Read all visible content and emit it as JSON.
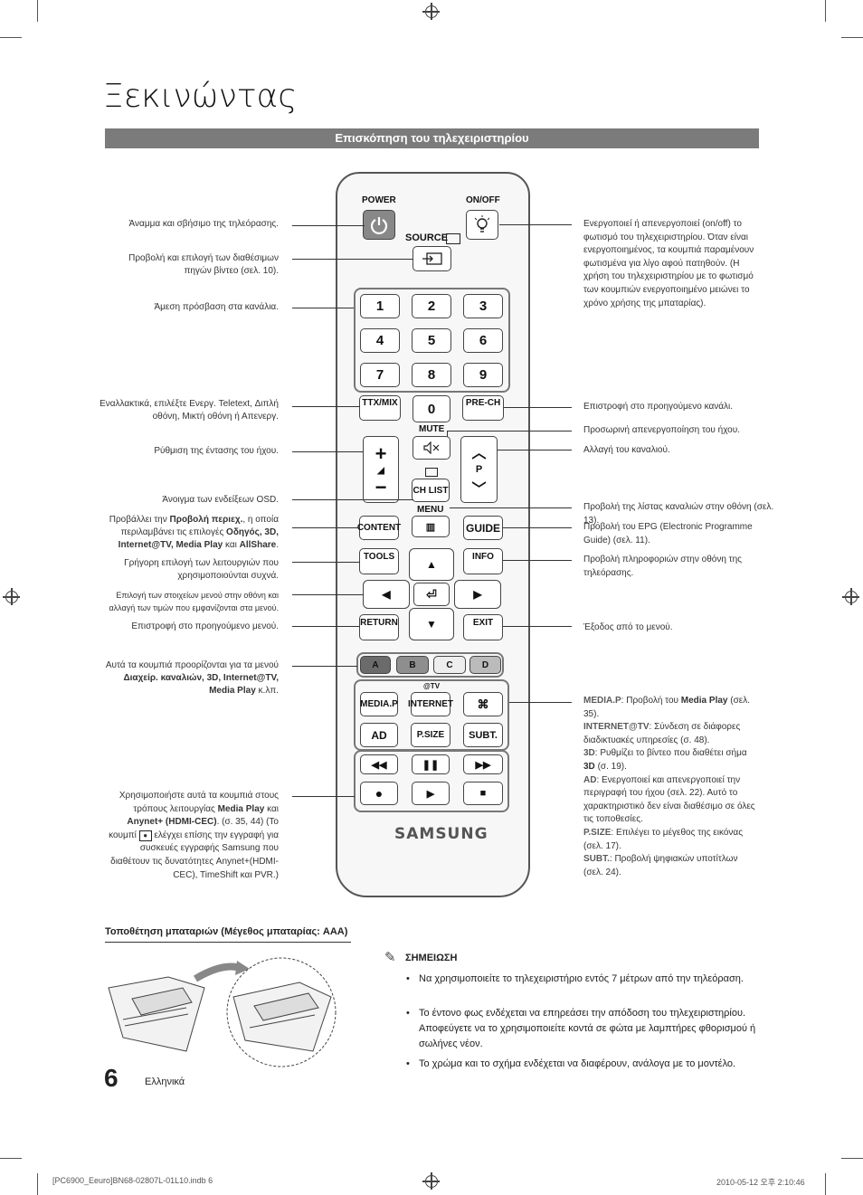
{
  "page": {
    "title": "Ξεκινώντας",
    "section_title": "Επισκόπηση του τηλεχειριστηρίου",
    "page_number": "6",
    "language": "Ελληνικά",
    "footer_file": "[PC6900_Eeuro]BN68-02807L-01L10.indb   6",
    "footer_date": "2010-05-12   오후 2:10:46"
  },
  "remote": {
    "power": "POWER",
    "onoff": "ON/OFF",
    "source": "SOURCE",
    "digits": [
      "1",
      "2",
      "3",
      "4",
      "5",
      "6",
      "7",
      "8",
      "9"
    ],
    "zero": "0",
    "ttx": "TTX/MIX",
    "prech": "PRE-CH",
    "mute": "MUTE",
    "p": "P",
    "chlist": "CH LIST",
    "menu": "MENU",
    "content": "CONTENT",
    "guide": "GUIDE",
    "tools": "TOOLS",
    "info": "INFO",
    "return": "RETURN",
    "exit": "EXIT",
    "colors": [
      "A",
      "B",
      "C",
      "D"
    ],
    "atv": "@TV",
    "mediap": "MEDIA.P",
    "internet": "INTERNET",
    "ad": "AD",
    "psize": "P.SIZE",
    "subt": "SUBT.",
    "brand": "SAMSUNG"
  },
  "left_labels": {
    "power": "Άναμμα και σβήσιμο της τηλεόρασης.",
    "source": "Προβολή και επιλογή των διαθέσιμων πηγών βίντεο (σελ. 10).",
    "digits": "Άμεση πρόσβαση στα κανάλια.",
    "ttx": "Εναλλακτικά, επιλέξτε Ενεργ. Teletext, Διπλή οθόνη, Μικτή οθόνη ή Απενεργ.",
    "volume": "Ρύθμιση της έντασης του ήχου.",
    "menu": "Άνοιγμα των ενδείξεων OSD.",
    "content_1": "Προβάλλει την ",
    "content_2": "Προβολή περιεχ.",
    "content_3": ", η οποία περιλαμβάνει τις επιλογές ",
    "content_4": "Οδηγός, 3D, Internet@TV, Media Play",
    "content_5": " και ",
    "content_6": "AllShare",
    "content_7": ".",
    "tools": "Γρήγορη επιλογή των λειτουργιών που χρησιμοποιούνται συχνά.",
    "nav": "Επιλογή των στοιχείων μενού στην οθόνη και αλλαγή των τιμών που εμφανίζονται στα μενού.",
    "return": "Επιστροφή στο προηγούμενο μενού.",
    "colors_1": "Αυτά τα κουμπιά προορίζονται για τα μενού ",
    "colors_2": "Διαχείρ. καναλιών, 3D, Internet@TV, Media Play",
    "colors_3": " κ.λπ.",
    "playback_1": "Χρησιμοποιήστε αυτά τα κουμπιά στους τρόπους λειτουργίας ",
    "playback_2": "Media Play",
    "playback_3": " και ",
    "playback_4": "Anynet+ (HDMI-CEC)",
    "playback_5": ". (σ. 35, 44) (Το κουμπί ",
    "playback_6": " ελέγχει επίσης την εγγραφή για συσκευές εγγραφής Samsung που διαθέτουν τις δυνατότητες Anynet+(HDMI-CEC), TimeShift και PVR.)"
  },
  "right_labels": {
    "onoff": "Ενεργοποιεί ή απενεργοποιεί (on/off) το φωτισμό του τηλεχειριστηρίου. Όταν είναι ενεργοποιημένος, τα κουμπιά παραμένουν φωτισμένα για λίγο αφού πατηθούν. (Η χρήση του τηλεχειριστηρίου με το φωτισμό των κουμπιών ενεργοποιημένο μειώνει το χρόνο χρήσης της μπαταρίας).",
    "prech": "Επιστροφή στο προηγούμενο κανάλι.",
    "mute": "Προσωρινή απενεργοποίηση του ήχου.",
    "channel": "Αλλαγή του καναλιού.",
    "chlist": "Προβολή της λίστας καναλιών στην οθόνη (σελ. 13).",
    "guide": "Προβολή του EPG (Electronic Programme Guide) (σελ. 11).",
    "info": "Προβολή πληροφοριών στην οθόνη της τηλεόρασης.",
    "exit": "Έξοδος από το μενού.",
    "mediap_k": "MEDIA.P",
    "mediap_1": ": Προβολή του ",
    "mediap_2": "Media Play",
    "mediap_3": " (σελ. 35).",
    "internet_k": "INTERNET@TV",
    "internet_v": ": Σύνδεση σε διάφορες διαδικτυακές υπηρεσίες (σ. 48).",
    "3d_k": "3D",
    "3d_1": ": Ρυθμίζει το βίντεο που διαθέτει σήμα ",
    "3d_2": "3D",
    "3d_3": " (σ. 19).",
    "ad_k": "AD",
    "ad_v": ": Ενεργοποιεί και απενεργοποιεί την περιγραφή του ήχου (σελ. 22). Αυτό το χαρακτηριστικό δεν είναι διαθέσιμο σε όλες τις τοποθεσίες.",
    "psize_k": "P.SIZE",
    "psize_v": ": Επιλέγει το μέγεθος της εικόνας (σελ. 17).",
    "subt_k": "SUBT.",
    "subt_v": ": Προβολή ψηφιακών υποτίτλων (σελ. 24)."
  },
  "battery": {
    "heading": "Τοποθέτηση μπαταριών (Μέγεθος μπαταρίας: AAA)"
  },
  "note": {
    "title": "ΣΗΜΕΙΩΣΗ",
    "items": [
      "Να χρησιμοποιείτε το τηλεχειριστήριο εντός 7 μέτρων από την τηλεόραση.",
      "Το έντονο φως ενδέχεται να επηρεάσει την απόδοση του τηλεχειριστηρίου. Αποφεύγετε να το χρησιμοποιείτε κοντά σε φώτα με λαμπτήρες φθορισμού ή σωλήνες νέον.",
      "Το χρώμα και το σχήμα ενδέχεται να διαφέρουν, ανάλογα με το μοντέλο."
    ]
  }
}
